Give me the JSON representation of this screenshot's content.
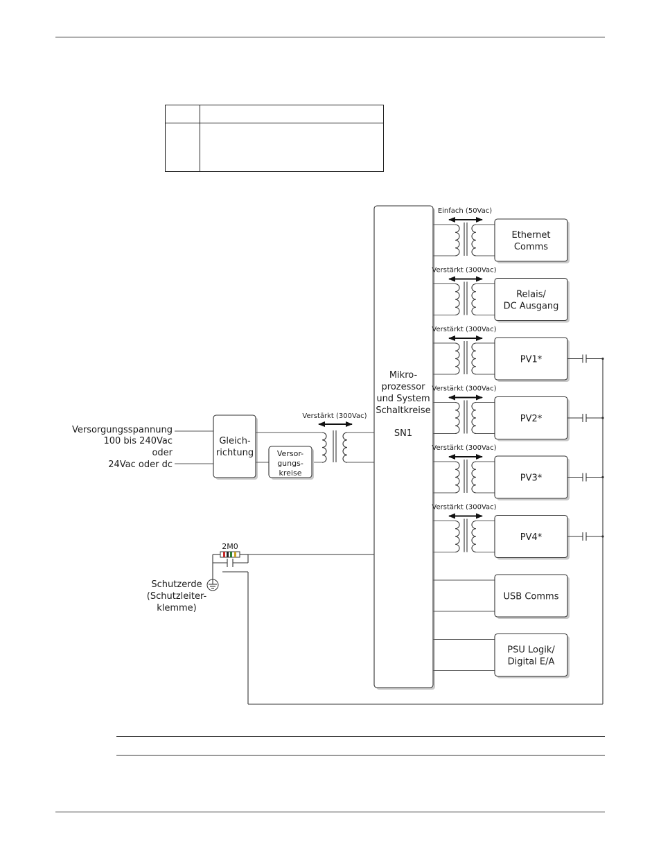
{
  "diagram": {
    "left_supply_labels": [
      "Versorgungsspannung",
      "100 bis 240Vac",
      "oder",
      "24Vac oder dc"
    ],
    "rectifier_label": [
      "Gleich-",
      "richtung"
    ],
    "supply_circuits_label": [
      "Versor-",
      "gungs-",
      "kreise"
    ],
    "main_transformer_label": "Verstärkt (300Vac)",
    "micro_label": [
      "Mikro-",
      "prozessor",
      "und System",
      "Schaltkreise",
      "",
      "SN1"
    ],
    "resistor_label": "2M0",
    "earth_label": [
      "Schutzerde",
      "(Schutzleiter-",
      "klemme)"
    ],
    "modules": [
      {
        "id": "ethernet",
        "lines": [
          "Ethernet",
          "Comms"
        ],
        "isolation": "Einfach (50Vac)",
        "transformer": true,
        "capacitor": false
      },
      {
        "id": "relay",
        "lines": [
          "Relais/",
          "DC Ausgang"
        ],
        "isolation": "Verstärkt (300Vac)",
        "transformer": true,
        "capacitor": false
      },
      {
        "id": "pv1",
        "lines": [
          "PV1*"
        ],
        "isolation": "Verstärkt (300Vac)",
        "transformer": true,
        "capacitor": true
      },
      {
        "id": "pv2",
        "lines": [
          "PV2*"
        ],
        "isolation": "Verstärkt (300Vac)",
        "transformer": true,
        "capacitor": true
      },
      {
        "id": "pv3",
        "lines": [
          "PV3*"
        ],
        "isolation": "Verstärkt (300Vac)",
        "transformer": true,
        "capacitor": true
      },
      {
        "id": "pv4",
        "lines": [
          "PV4*"
        ],
        "isolation": "Verstärkt (300Vac)",
        "transformer": true,
        "capacitor": true
      },
      {
        "id": "usb",
        "lines": [
          "USB Comms"
        ],
        "isolation": "",
        "transformer": false,
        "capacitor": false
      },
      {
        "id": "psu",
        "lines": [
          "PSU Logik/",
          "Digital E/A"
        ],
        "isolation": "",
        "transformer": false,
        "capacitor": false
      }
    ]
  }
}
